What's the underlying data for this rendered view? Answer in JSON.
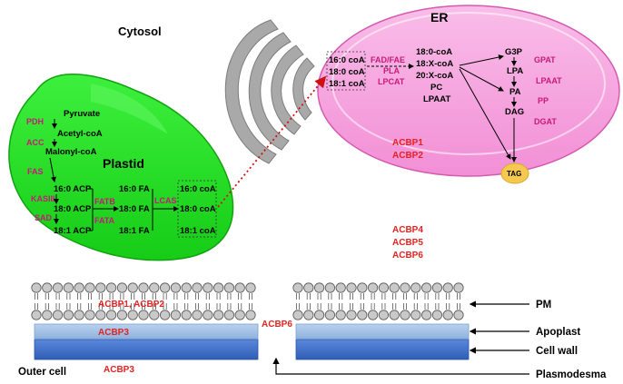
{
  "regions": {
    "cytosol": "Cytosol",
    "er": "ER",
    "plastid": "Plastid",
    "outer_cell": "Outer cell"
  },
  "plastid": {
    "metabolites": [
      "Pyruvate",
      "Acetyl-coA",
      "Malonyl-coA"
    ],
    "enzymes_top": [
      "PDH",
      "ACC",
      "FAS"
    ],
    "acp_enzymes": [
      "KASIII",
      "SAD"
    ],
    "acp": [
      "16:0 ACP",
      "18:0 ACP",
      "18:1 ACP"
    ],
    "fat_enzymes": [
      "FATB",
      "FATA"
    ],
    "fa": [
      "16:0 FA",
      "18:0 FA",
      "18:1 FA"
    ],
    "lcas": "LCAS",
    "coa": [
      "16:0 coA",
      "18:0 coA",
      "18:1 coA"
    ]
  },
  "er": {
    "coa": [
      "16:0 coA",
      "18:0 coA",
      "18:1 coA"
    ],
    "enzymes_mid": [
      "FAD/FAE",
      "PLA",
      "LPCAT"
    ],
    "products": [
      "18:0-coA",
      "18:X-coA",
      "20:X-coA",
      "PC",
      "LPAAT"
    ],
    "kennedy": [
      "G3P",
      "LPA",
      "PA",
      "DAG"
    ],
    "kennedy_enzymes": [
      "GPAT",
      "LPAAT",
      "PP",
      "DGAT"
    ],
    "acbps": [
      "ACBP1",
      "ACBP2"
    ],
    "tag": "TAG"
  },
  "cytosol_acbps": [
    "ACBP4",
    "ACBP5",
    "ACBP6"
  ],
  "membrane": {
    "pm_acbps": "ACBP1, ACBP2",
    "apoplast_acbp": "ACBP3",
    "plasmodesma_acbp": "ACBP6",
    "outer_acbp": "ACBP3",
    "labels": [
      "PM",
      "Apoplast",
      "Cell wall",
      "Plasmodesma"
    ]
  },
  "colors": {
    "plastid": "#22dd22",
    "er": "#f7a9e0",
    "enzyme": "#c8197a",
    "acbp": "#e32222",
    "tag": "#f5c84f",
    "apoplast": "#9bbde0",
    "cell_wall": "#3f6fc8"
  }
}
